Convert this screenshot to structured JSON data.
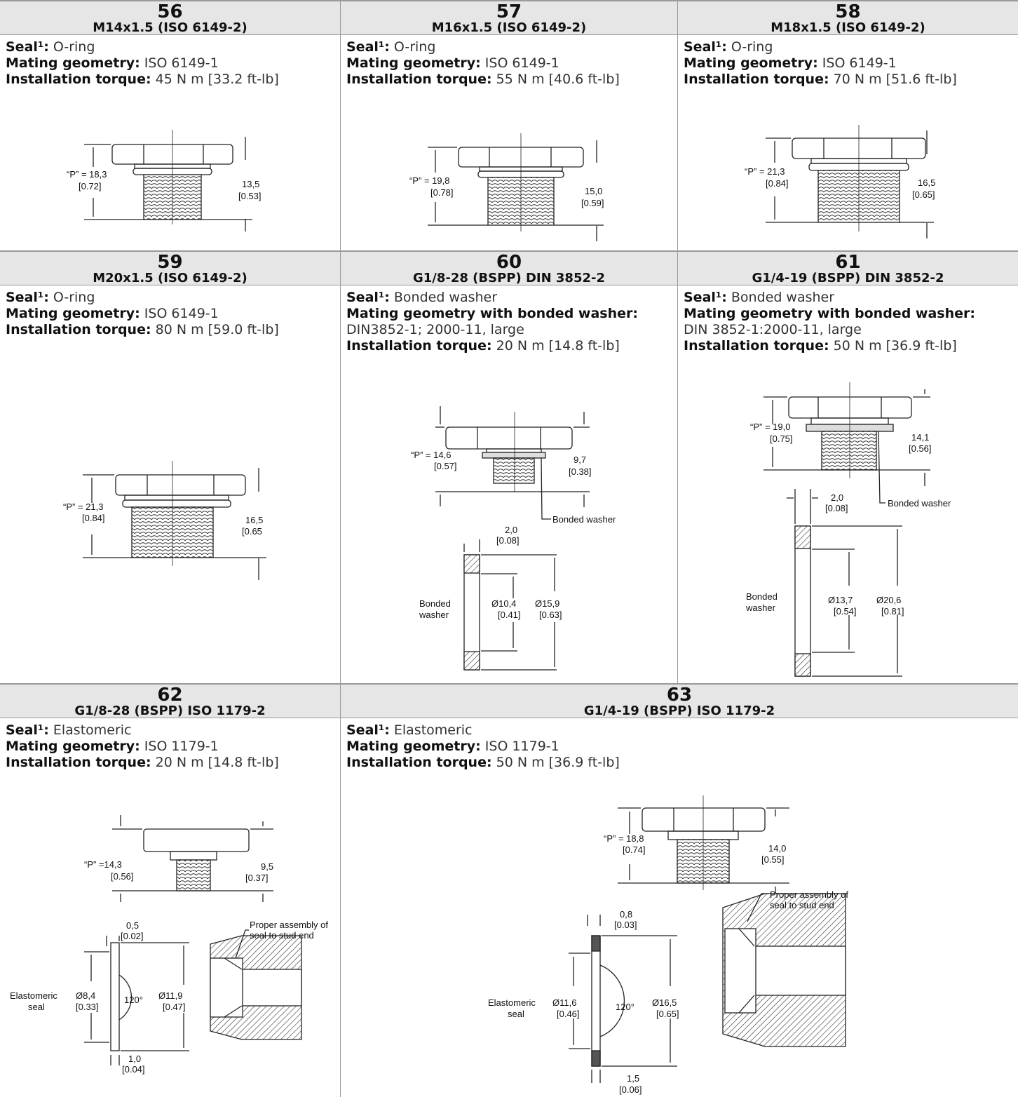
{
  "cells": {
    "c56": {
      "num": "56",
      "code": "M14x1.5 (ISO 6149-2)",
      "seal_k": "Seal¹:",
      "seal_v": " O-ring",
      "mg_k": "Mating geometry:",
      "mg_v": " ISO 6149-1",
      "torque_k": "Installation torque:",
      "torque_v": " 45 N m [33.2 ft-lb]",
      "p_label": "“P” = 18,3",
      "p_in": "[0.72]",
      "h_mm": "13,5",
      "h_in": "[0.53]"
    },
    "c57": {
      "num": "57",
      "code": "M16x1.5 (ISO 6149-2)",
      "seal_k": "Seal¹:",
      "seal_v": " O-ring",
      "mg_k": "Mating geometry:",
      "mg_v": " ISO 6149-1",
      "torque_k": "Installation torque:",
      "torque_v": " 55 N m [40.6 ft-lb]",
      "p_label": "“P” = 19,8",
      "p_in": "[0.78]",
      "h_mm": "15,0",
      "h_in": "[0.59]"
    },
    "c58": {
      "num": "58",
      "code": "M18x1.5 (ISO 6149-2)",
      "seal_k": "Seal¹:",
      "seal_v": " O-ring",
      "mg_k": "Mating geometry:",
      "mg_v": " ISO 6149-1",
      "torque_k": "Installation torque:",
      "torque_v": " 70 N m [51.6 ft-lb]",
      "p_label": "“P” = 21,3",
      "p_in": "[0.84]",
      "h_mm": "16,5",
      "h_in": "[0.65]"
    },
    "c59": {
      "num": "59",
      "code": "M20x1.5 (ISO 6149-2)",
      "seal_k": "Seal¹:",
      "seal_v": " O-ring",
      "mg_k": "Mating geometry:",
      "mg_v": " ISO 6149-1",
      "torque_k": "Installation torque:",
      "torque_v": " 80 N m [59.0 ft-lb]",
      "p_label": "“P” = 21,3",
      "p_in": "[0.84]",
      "h_mm": "16,5",
      "h_in": "[0.65"
    },
    "c60": {
      "num": "60",
      "code": "G1/8-28 (BSPP) DIN 3852-2",
      "seal_k": "Seal¹:",
      "seal_v": " Bonded washer",
      "mg_k": "Mating geometry with bonded washer:",
      "mg_v": "DIN3852-1; 2000-11, large",
      "torque_k": "Installation torque:",
      "torque_v": " 20 N m [14.8 ft-lb]",
      "p_label": "“P” = 14,6",
      "p_in": "[0.57]",
      "h_mm": "9,7",
      "h_in": "[0.38]",
      "bw": "Bonded washer",
      "t_mm": "2,0",
      "t_in": "[0.08]",
      "bw1": "Bonded",
      "bw2": "washer",
      "d1_mm": "Ø10,4",
      "d1_in": "[0.41]",
      "d2_mm": "Ø15,9",
      "d2_in": "[0.63]"
    },
    "c61": {
      "num": "61",
      "code": "G1/4-19 (BSPP) DIN 3852-2",
      "seal_k": "Seal¹:",
      "seal_v": " Bonded washer",
      "mg_k": "Mating geometry with bonded washer:",
      "mg_v": "DIN 3852-1:2000-11, large",
      "torque_k": "Installation torque:",
      "torque_v": " 50 N m [36.9 ft-lb]",
      "p_label": "“P” = 19,0",
      "p_in": "[0.75]",
      "h_mm": "14,1",
      "h_in": "[0.56]",
      "bw": "Bonded washer",
      "t_mm": "2,0",
      "t_in": "[0.08]",
      "bw1": "Bonded",
      "bw2": "washer",
      "d1_mm": "Ø13,7",
      "d1_in": "[0.54]",
      "d2_mm": "Ø20,6",
      "d2_in": "[0.81]"
    },
    "c62": {
      "num": "62",
      "code": "G1/8-28 (BSPP) ISO 1179-2",
      "seal_k": "Seal¹:",
      "seal_v": " Elastomeric",
      "mg_k": "Mating geometry:",
      "mg_v": " ISO 1179-1",
      "torque_k": "Installation torque:",
      "torque_v": " 20 N m [14.8 ft-lb]",
      "p_label": "“P” =14,3",
      "p_in": "[0.56]",
      "h_mm": "9,5",
      "h_in": "[0.37]",
      "t_mm": "0,5",
      "t_in": "[0.02]",
      "t2_mm": "1,0",
      "t2_in": "[0.04]",
      "es1": "Elastomeric",
      "es2": "seal",
      "d1_mm": "Ø8,4",
      "d1_in": "[0.33]",
      "ang": "120°",
      "d2_mm": "Ø11,9",
      "d2_in": "[0.47]",
      "pa1": "Proper assembly of",
      "pa2": "seal to stud end"
    },
    "c63": {
      "num": "63",
      "code": "G1/4-19 (BSPP) ISO 1179-2",
      "seal_k": "Seal¹:",
      "seal_v": " Elastomeric",
      "mg_k": "Mating geometry:",
      "mg_v": " ISO 1179-1",
      "torque_k": "Installation torque:",
      "torque_v": " 50 N m [36.9 ft-lb]",
      "p_label": "“P” = 18,8",
      "p_in": "[0.74]",
      "h_mm": "14,0",
      "h_in": "[0.55]",
      "t_mm": "0,8",
      "t_in": "[0.03]",
      "t2_mm": "1,5",
      "t2_in": "[0.06]",
      "es1": "Elastomeric",
      "es2": "seal",
      "d1_mm": "Ø11,6",
      "d1_in": "[0.46]",
      "ang": "120°",
      "d2_mm": "Ø16,5",
      "d2_in": "[0.65]",
      "pa1": "Proper assembly of",
      "pa2": "seal to stud end"
    }
  }
}
